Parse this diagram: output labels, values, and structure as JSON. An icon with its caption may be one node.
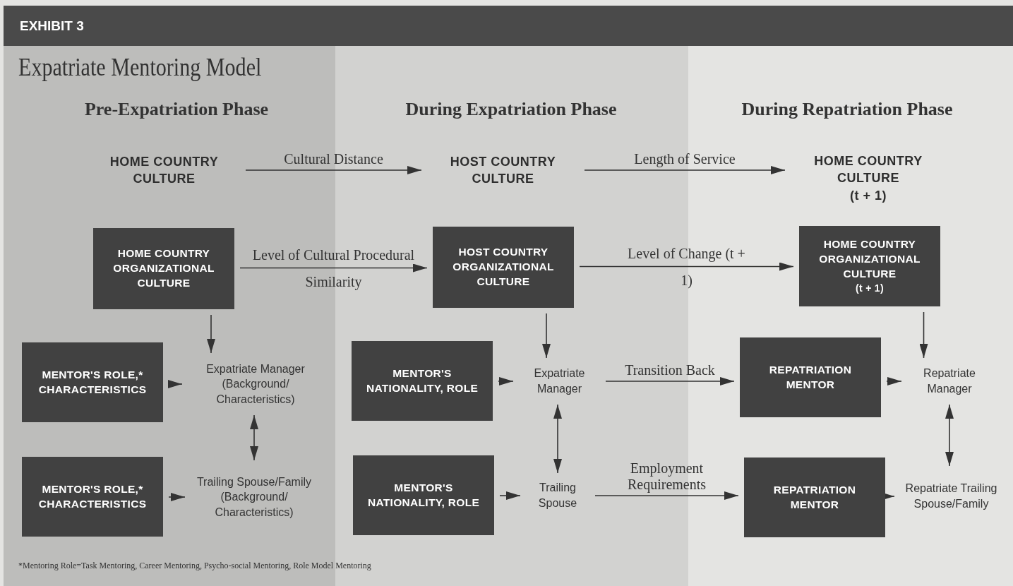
{
  "diagram": {
    "title": "Expatriate Mentoring Model",
    "nodes": [
      {
        "text": [
          "HOME COUNTRY CULTURE"
        ]
      },
      {
        "text": [
          "HOST COUNTRY CULTURE"
        ]
      },
      {
        "text": [
          "HOME COUNTRY CULTURE",
          "(t + 1)"
        ]
      },
      {
        "text": [
          "HOME COUNTRY ORGANIZATIONAL CULTURE"
        ]
      },
      {
        "text": [
          "HOST COUNTRY ORGANIZATIONAL CULTURE"
        ]
      },
      {
        "text": [
          "HOME COUNTRY ORGANIZATIONAL CULTURE",
          "(t + 1)"
        ]
      },
      {
        "text": [
          "MENTOR'S ROLE,* CHARACTERISTICS"
        ]
      },
      {
        "text": [
          "Expatriate Manager (Background/ Characteristics)"
        ]
      },
      {
        "text": [
          "MENTOR'S NATIONALITY, ROLE"
        ]
      },
      {
        "text": [
          "Expatriate Manager"
        ]
      },
      {
        "text": [
          "REPATRIATION MENTOR"
        ]
      },
      {
        "text": [
          "Repatriate Manager"
        ]
      },
      {
        "text": [
          "MENTOR'S ROLE,* CHARACTERISTICS"
        ]
      },
      {
        "text": [
          "Trailing Spouse/Family (Background/ Characteristics)"
        ]
      },
      {
        "text": [
          "MENTOR'S NATIONALITY, ROLE"
        ]
      },
      {
        "text": [
          "Trailing Spouse"
        ]
      },
      {
        "text": [
          "REPATRIATION MENTOR"
        ]
      },
      {
        "text": [
          "Repatriate Trailing Spouse/Family"
        ]
      }
    ],
    "edges": [
      {
        "from": 0,
        "to": 1,
        "arrow": "to",
        "label": "Cultural Distance"
      },
      {
        "from": 1,
        "to": 2,
        "arrow": "to",
        "label": "Length of Service"
      },
      {
        "from": 3,
        "to": 4,
        "arrow": "to",
        "label": "Level of Cultural Procedural Similarity"
      },
      {
        "from": 4,
        "to": 5,
        "arrow": "to",
        "label": "Level of Change (t + 1)"
      },
      {
        "from": 3,
        "to": 7,
        "arrow": "to"
      },
      {
        "from": 4,
        "to": 9,
        "arrow": "to"
      },
      {
        "from": 5,
        "to": 11,
        "arrow": "to"
      },
      {
        "from": 6,
        "to": 7,
        "arrow": "to"
      },
      {
        "from": 8,
        "to": 9,
        "arrow": "to"
      },
      {
        "from": 9,
        "to": 10,
        "arrow": "to",
        "label": "Transition Back"
      },
      {
        "from": 10,
        "to": 11,
        "arrow": "to"
      },
      {
        "from": 7,
        "to": 13,
        "arrow": "both"
      },
      {
        "from": 9,
        "to": 15,
        "arrow": "both"
      },
      {
        "from": 11,
        "to": 17,
        "arrow": "both"
      },
      {
        "from": 12,
        "to": 13,
        "arrow": "to"
      },
      {
        "from": 14,
        "to": 15,
        "arrow": "to"
      },
      {
        "from": 15,
        "to": 16,
        "arrow": "to",
        "label": "Employment Requirements"
      },
      {
        "from": 16,
        "to": 17,
        "arrow": "to"
      }
    ],
    "labels": [
      "EXHIBIT 3",
      "Pre-Expatriation Phase",
      "During Expatriation Phase",
      "During Repatriation Phase",
      "*Mentoring Role=Task Mentoring, Career Mentoring, Psycho-social Mentoring, Role Model Mentoring"
    ]
  }
}
